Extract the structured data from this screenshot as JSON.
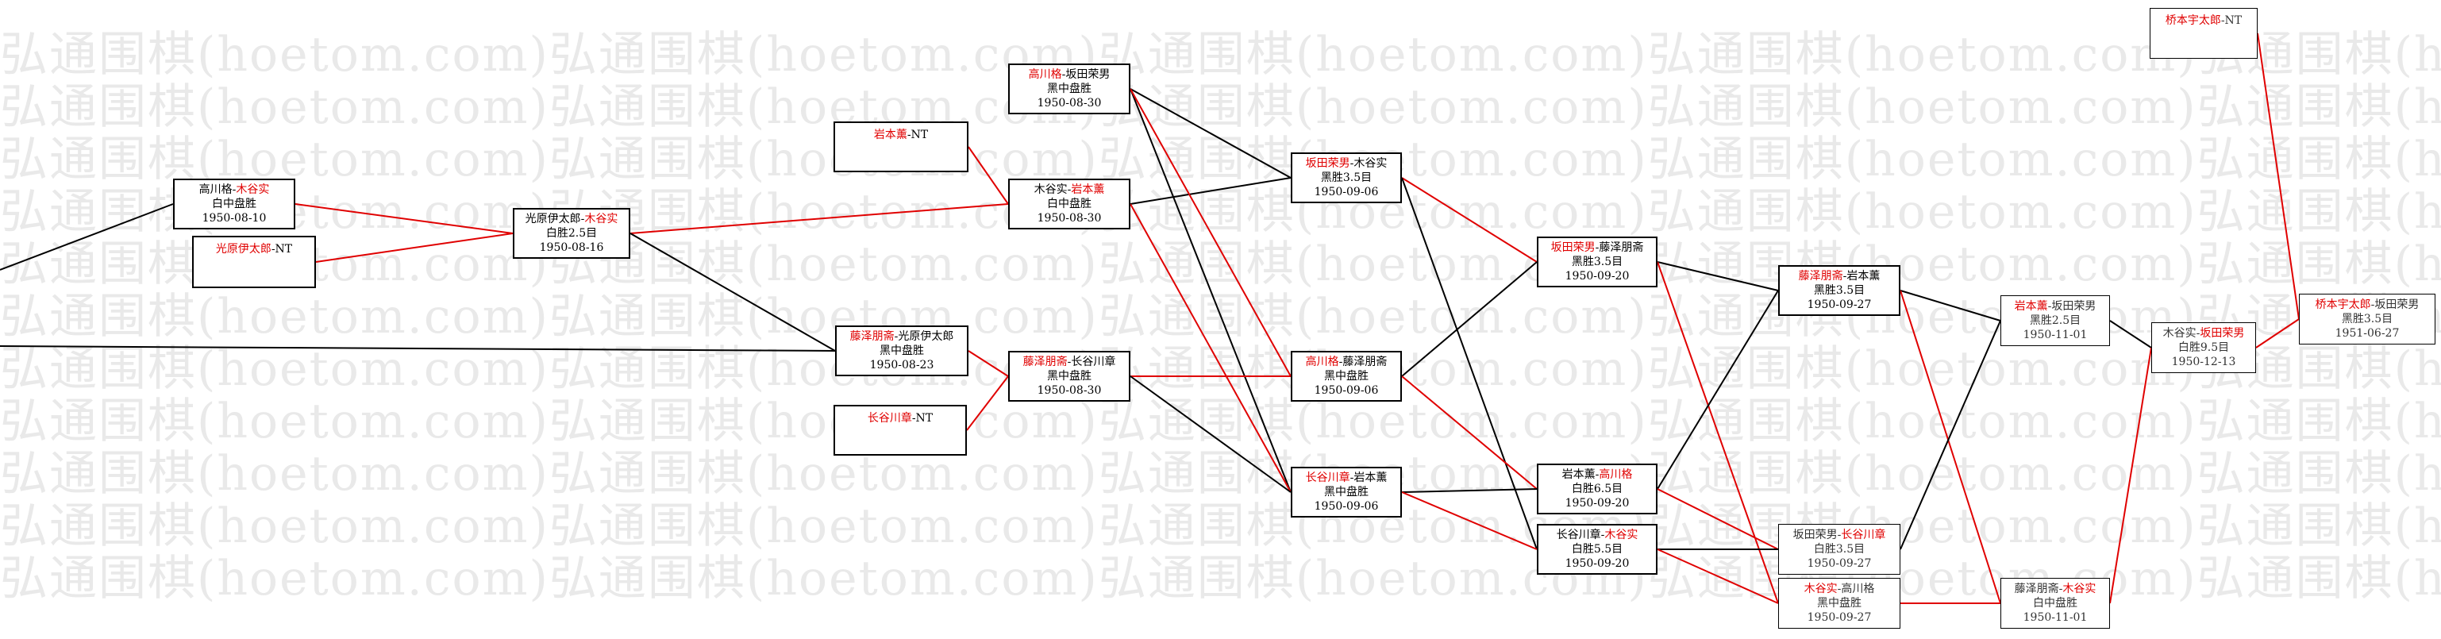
{
  "watermark": "弘通围棋(hoetom.com)",
  "colors": {
    "winner": "#e00000",
    "line_black": "#000000",
    "line_red": "#e00000"
  },
  "nodes": [
    {
      "id": "n1",
      "segs": [
        [
          "高川格",
          0
        ],
        [
          "-",
          0
        ],
        [
          "木谷实",
          1
        ]
      ],
      "res": "白中盘胜",
      "date": "1950-08-10"
    },
    {
      "id": "n2",
      "segs": [
        [
          "光原伊太郎",
          1
        ],
        [
          "-NT",
          0
        ]
      ],
      "res": "",
      "date": ""
    },
    {
      "id": "n3",
      "segs": [
        [
          "光原伊太郎",
          0
        ],
        [
          "-",
          0
        ],
        [
          "木谷实",
          1
        ]
      ],
      "res": "白胜2.5目",
      "date": "1950-08-16"
    },
    {
      "id": "n4",
      "segs": [
        [
          "岩本薰",
          1
        ],
        [
          "-NT",
          0
        ]
      ],
      "res": "",
      "date": ""
    },
    {
      "id": "n5",
      "segs": [
        [
          "藤泽朋斋",
          1
        ],
        [
          "-光原伊太郎",
          0
        ]
      ],
      "res": "黑中盘胜",
      "date": "1950-08-23"
    },
    {
      "id": "n6",
      "segs": [
        [
          "长谷川章",
          1
        ],
        [
          "-NT",
          0
        ]
      ],
      "res": "",
      "date": ""
    },
    {
      "id": "n7",
      "segs": [
        [
          "高川格",
          1
        ],
        [
          "-坂田荣男",
          0
        ]
      ],
      "res": "黑中盘胜",
      "date": "1950-08-30"
    },
    {
      "id": "n8",
      "segs": [
        [
          "木谷实",
          0
        ],
        [
          "-",
          0
        ],
        [
          "岩本薰",
          1
        ]
      ],
      "res": "白中盘胜",
      "date": "1950-08-30"
    },
    {
      "id": "n9",
      "segs": [
        [
          "藤泽朋斋",
          1
        ],
        [
          "-长谷川章",
          0
        ]
      ],
      "res": "黑中盘胜",
      "date": "1950-08-30"
    },
    {
      "id": "n10",
      "segs": [
        [
          "坂田荣男",
          1
        ],
        [
          "-木谷实",
          0
        ]
      ],
      "res": "黑胜3.5目",
      "date": "1950-09-06"
    },
    {
      "id": "n11",
      "segs": [
        [
          "高川格",
          1
        ],
        [
          "-藤泽朋斋",
          0
        ]
      ],
      "res": "黑中盘胜",
      "date": "1950-09-06"
    },
    {
      "id": "n12",
      "segs": [
        [
          "长谷川章",
          1
        ],
        [
          "-岩本薰",
          0
        ]
      ],
      "res": "黑中盘胜",
      "date": "1950-09-06"
    },
    {
      "id": "n13",
      "segs": [
        [
          "坂田荣男",
          1
        ],
        [
          "-藤泽朋斋",
          0
        ]
      ],
      "res": "黑胜3.5目",
      "date": "1950-09-20"
    },
    {
      "id": "n14",
      "segs": [
        [
          "岩本薰",
          0
        ],
        [
          "-",
          0
        ],
        [
          "高川格",
          1
        ]
      ],
      "res": "白胜6.5目",
      "date": "1950-09-20"
    },
    {
      "id": "n15",
      "segs": [
        [
          "长谷川章",
          0
        ],
        [
          "-",
          0
        ],
        [
          "木谷实",
          1
        ]
      ],
      "res": "白胜5.5目",
      "date": "1950-09-20"
    },
    {
      "id": "n16",
      "segs": [
        [
          "藤泽朋斋",
          1
        ],
        [
          "-岩本薰",
          0
        ]
      ],
      "res": "黑胜3.5目",
      "date": "1950-09-27"
    },
    {
      "id": "n17",
      "segs": [
        [
          "坂田荣男",
          0
        ],
        [
          "-",
          0
        ],
        [
          "长谷川章",
          1
        ]
      ],
      "res": "白胜3.5目",
      "date": "1950-09-27"
    },
    {
      "id": "n18",
      "segs": [
        [
          "木谷实",
          1
        ],
        [
          "-高川格",
          0
        ]
      ],
      "res": "黑中盘胜",
      "date": "1950-09-27"
    },
    {
      "id": "n19",
      "segs": [
        [
          "岩本薰",
          1
        ],
        [
          "-坂田荣男",
          0
        ]
      ],
      "res": "黑胜2.5目",
      "date": "1950-11-01"
    },
    {
      "id": "n20",
      "segs": [
        [
          "藤泽朋斋",
          0
        ],
        [
          "-",
          0
        ],
        [
          "木谷实",
          1
        ]
      ],
      "res": "白中盘胜",
      "date": "1950-11-01"
    },
    {
      "id": "n21",
      "segs": [
        [
          "木谷实",
          0
        ],
        [
          "-",
          0
        ],
        [
          "坂田荣男",
          1
        ]
      ],
      "res": "白胜9.5目",
      "date": "1950-12-13"
    },
    {
      "id": "n22",
      "segs": [
        [
          "桥本宇太郎",
          1
        ],
        [
          "-NT",
          0
        ]
      ],
      "res": "",
      "date": ""
    },
    {
      "id": "n23",
      "segs": [
        [
          "桥本宇太郎",
          1
        ],
        [
          "-坂田荣男",
          0
        ]
      ],
      "res": "黑胜3.5目",
      "date": "1951-06-27"
    }
  ],
  "edges": [
    [
      "left1",
      "n1",
      "b"
    ],
    [
      "n1",
      "n3",
      "r"
    ],
    [
      "n2",
      "n3",
      "r"
    ],
    [
      "left2",
      "n5",
      "b"
    ],
    [
      "n3",
      "n8",
      "r"
    ],
    [
      "n3",
      "n5",
      "b"
    ],
    [
      "n4",
      "n8",
      "r"
    ],
    [
      "n5",
      "n9",
      "r"
    ],
    [
      "n6",
      "n9",
      "r"
    ],
    [
      "n7",
      "n10",
      "b"
    ],
    [
      "n8",
      "n10",
      "b"
    ],
    [
      "n7",
      "n12",
      "b"
    ],
    [
      "n9",
      "n11",
      "r"
    ],
    [
      "n7",
      "n11",
      "r"
    ],
    [
      "n8",
      "n12",
      "r"
    ],
    [
      "n9",
      "n12",
      "b"
    ],
    [
      "n10",
      "n13",
      "r"
    ],
    [
      "n10",
      "n15",
      "b"
    ],
    [
      "n11",
      "n13",
      "b"
    ],
    [
      "n11",
      "n14",
      "r"
    ],
    [
      "n12",
      "n14",
      "b"
    ],
    [
      "n12",
      "n15",
      "r"
    ],
    [
      "n13",
      "n16",
      "b"
    ],
    [
      "n13",
      "n18",
      "r"
    ],
    [
      "n14",
      "n16",
      "b"
    ],
    [
      "n14",
      "n17",
      "r"
    ],
    [
      "n15",
      "n17",
      "b"
    ],
    [
      "n15",
      "n18",
      "r"
    ],
    [
      "n16",
      "n19",
      "b"
    ],
    [
      "n16",
      "n20",
      "r"
    ],
    [
      "n17",
      "n19",
      "b"
    ],
    [
      "n18",
      "n20",
      "r"
    ],
    [
      "n19",
      "n21",
      "b"
    ],
    [
      "n20",
      "n21",
      "r"
    ],
    [
      "n21",
      "n23",
      "r"
    ],
    [
      "n22",
      "n23",
      "r"
    ]
  ]
}
